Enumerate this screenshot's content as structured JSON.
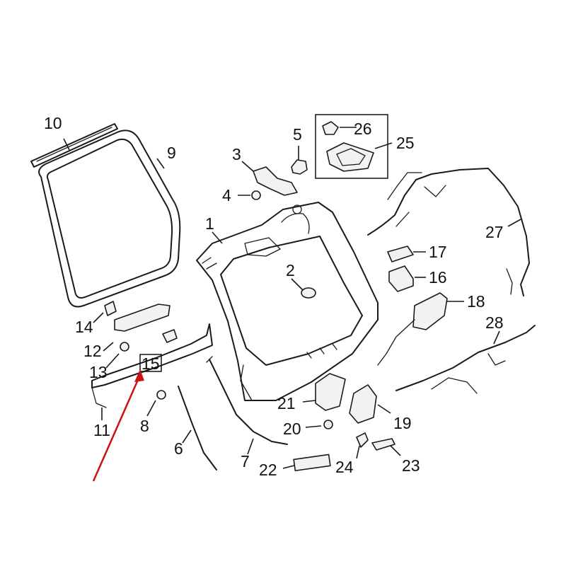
{
  "diagram": {
    "highlight_color": "#cc1111",
    "line_color": "#1a1a1a",
    "callouts": {
      "c1": "1",
      "c2": "2",
      "c3": "3",
      "c4": "4",
      "c5": "5",
      "c6": "6",
      "c7": "7",
      "c8": "8",
      "c9": "9",
      "c10": "10",
      "c11": "11",
      "c12": "12",
      "c13": "13",
      "c14": "14",
      "c15": "15",
      "c16": "16",
      "c17": "17",
      "c18": "18",
      "c19": "19",
      "c20": "20",
      "c21": "21",
      "c22": "22",
      "c23": "23",
      "c24": "24",
      "c25": "25",
      "c26": "26",
      "c27": "27",
      "c28": "28"
    },
    "highlighted_callout": "15"
  }
}
